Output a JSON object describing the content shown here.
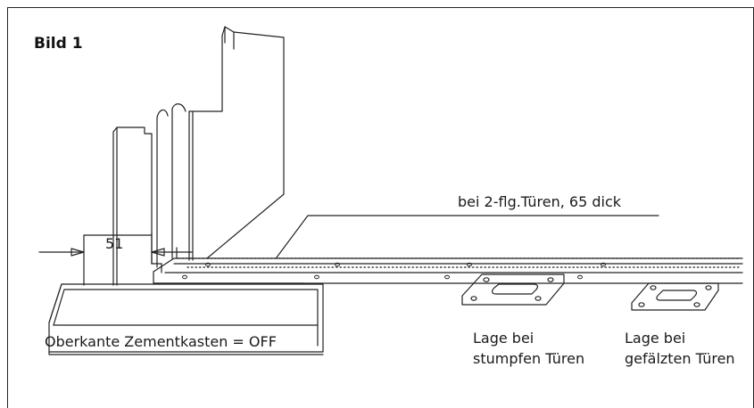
{
  "figure_title": "Bild 1",
  "dimension_value": "51",
  "label_door_thickness": "bei 2-flg.Türen, 65 dick",
  "label_cement_box": "Oberkante Zementkasten = OFF",
  "label_blunt_doors_line1": "Lage bei",
  "label_blunt_doors_line2": "stumpfen Türen",
  "label_rebated_doors_line1": "Lage bei",
  "label_rebated_doors_line2": "gefälzten Türen"
}
